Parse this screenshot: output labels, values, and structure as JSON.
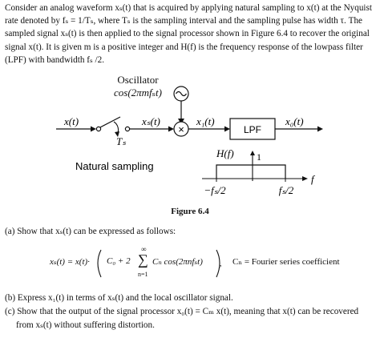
{
  "problem_text": {
    "lines": [
      "Consider an analog waveform xₛ(t) that is acquired by applying natural sampling to x(t) at the Nyquist",
      "rate denoted by fₛ = 1/Tₛ, where Tₛ is the sampling interval and the sampling pulse has width τ. The",
      "sampled signal xₛ(t) is then applied to the signal processor shown in Figure 6.4 to recover the original",
      "signal x(t). It is given m is a positive integer and H(f) is the frequency response of the lowpass filter",
      "(LPF) with bandwidth fₛ /2."
    ]
  },
  "figure": {
    "oscillator_label": "Oscillator",
    "oscillator_expr": "cos(2πmfₛt)",
    "input_label": "x(t)",
    "sampled_label": "xₛ(t)",
    "x1_label": "x₁(t)",
    "lpf_label": "LPF",
    "output_label": "x₀(t)",
    "ts_label": "Tₛ",
    "natural_sampling_label": "Natural sampling",
    "hf_label": "H(f)",
    "gain_label": "1",
    "f_axis_label": "f",
    "neg_bw_label": "−fₛ/2",
    "pos_bw_label": "fₛ/2",
    "multiplier_symbol": "×",
    "caption": "Figure 6.4"
  },
  "questions": {
    "a": "(a) Show that xₛ(t) can be expressed as follows:",
    "b": "(b) Express x₁(t) in terms of xₛ(t) and the local oscillator signal.",
    "c_line1": "(c) Show that the output of the signal processor x₀(t) = Cₘ x(t), meaning that x(t) can be recovered",
    "c_line2": "from xₛ(t) without suffering distortion."
  },
  "equation": {
    "lhs": "xₛ(t) = x(t)·",
    "c0": "C₀ + 2",
    "sum_upper": "∞",
    "sum_lower": "n=1",
    "sum_symbol": "∑",
    "term": "Cₙ cos(2πnfₛt)",
    "note": "Cₙ = Fourier series coefficient"
  }
}
